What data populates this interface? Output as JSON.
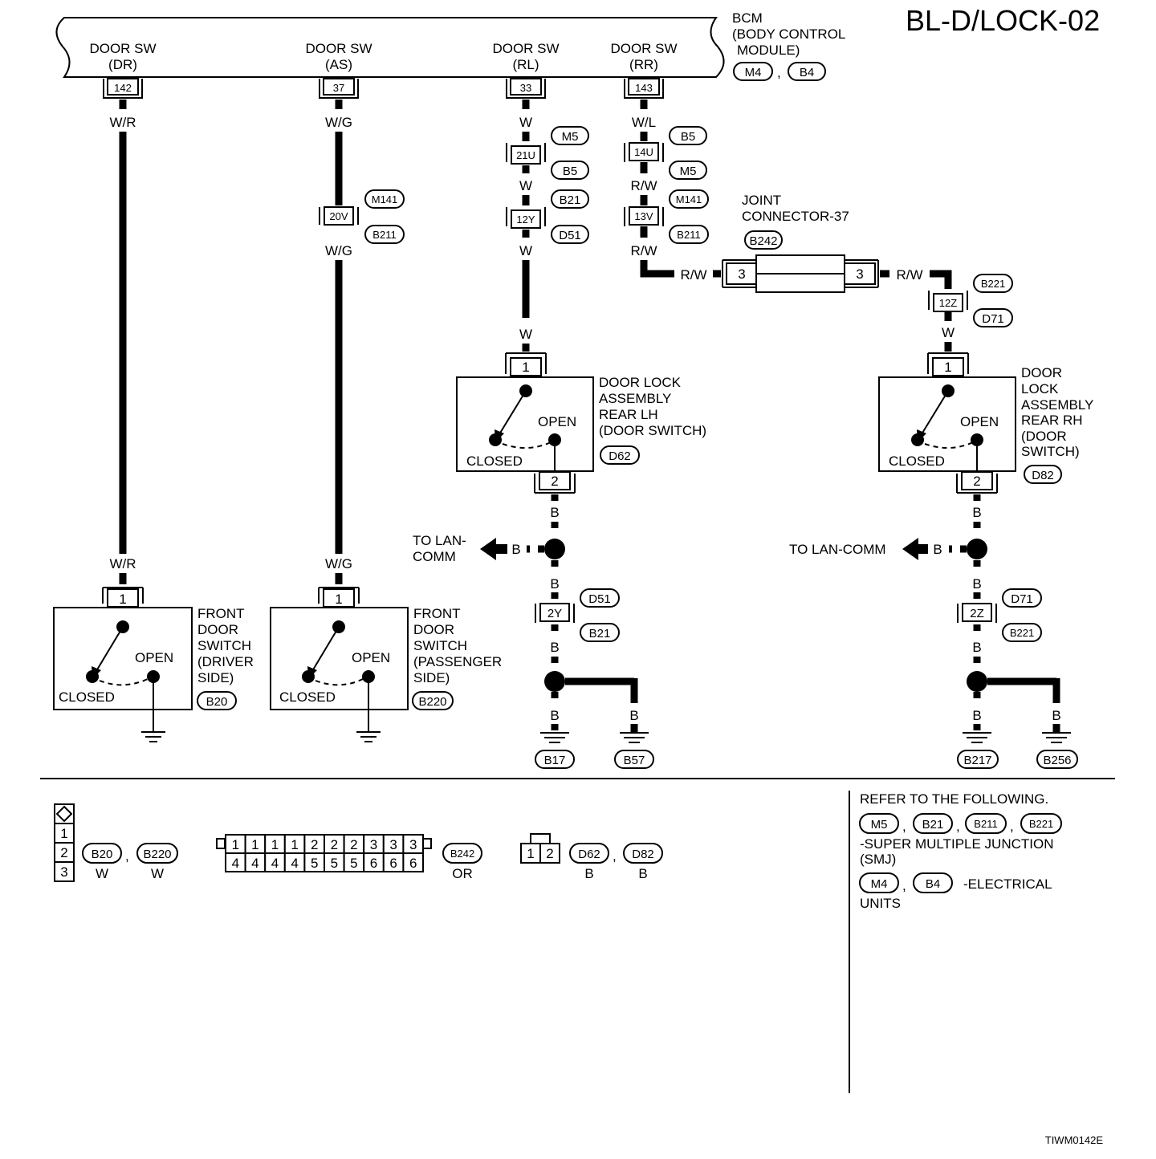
{
  "title": "BL-D/LOCK-02",
  "footer_code": "TIWM0142E",
  "bcm": {
    "label_1": "BCM",
    "label_2": "(BODY CONTROL",
    "label_3": "MODULE)",
    "connectors": [
      "M4",
      "B4"
    ],
    "comma": ",",
    "pins": [
      {
        "name_1": "DOOR SW",
        "name_2": "(DR)",
        "pin": "142"
      },
      {
        "name_1": "DOOR SW",
        "name_2": "(AS)",
        "pin": "37"
      },
      {
        "name_1": "DOOR SW",
        "name_2": "(RL)",
        "pin": "33"
      },
      {
        "name_1": "DOOR SW",
        "name_2": "(RR)",
        "pin": "143"
      }
    ]
  },
  "wires": {
    "dr_top": "W/R",
    "dr_bottom": "W/R",
    "as_top": "W/G",
    "as_mid": "W/G",
    "as_bottom": "W/G",
    "rl_1": "W",
    "rl_2": "W",
    "rl_3": "W",
    "rl_4": "W",
    "rr_1": "W/L",
    "rr_2": "R/W",
    "rr_3": "R/W",
    "joint_left": "R/W",
    "joint_right": "R/W",
    "rh_top": "W",
    "b": "B"
  },
  "inline_connectors": {
    "as_20v": {
      "pin": "20V",
      "top": "M141",
      "bottom": "B211"
    },
    "rl_21u": {
      "pin": "21U",
      "top": "M5",
      "bottom": "B5"
    },
    "rl_12y": {
      "pin": "12Y",
      "top": "B21",
      "bottom": "D51"
    },
    "rr_14u": {
      "pin": "14U",
      "top": "B5",
      "bottom": "M5"
    },
    "rr_13v": {
      "pin": "13V",
      "top": "M141",
      "bottom": "B211"
    },
    "rh_12z": {
      "pin": "12Z",
      "top": "B221",
      "bottom": "D71"
    },
    "lh_2y": {
      "pin": "2Y",
      "top": "D51",
      "bottom": "B21"
    },
    "rh_2z": {
      "pin": "2Z",
      "top": "D71",
      "bottom": "B221"
    }
  },
  "joint_connector": {
    "label_1": "JOINT",
    "label_2": "CONNECTOR-37",
    "conn": "B242",
    "pin_left": "3",
    "pin_right": "3"
  },
  "components": {
    "door_lock_lh": {
      "label": [
        "DOOR LOCK",
        "ASSEMBLY",
        "REAR LH",
        "(DOOR SWITCH)"
      ],
      "conn": "D62",
      "pin_top": "1",
      "pin_bottom": "2",
      "open": "OPEN",
      "closed": "CLOSED"
    },
    "door_lock_rh": {
      "label": [
        "DOOR",
        "LOCK",
        "ASSEMBLY",
        "REAR RH",
        "(DOOR",
        " SWITCH)"
      ],
      "conn": "D82",
      "pin_top": "1",
      "pin_bottom": "2",
      "open": "OPEN",
      "closed": "CLOSED"
    },
    "front_dr": {
      "label": [
        "FRONT",
        "DOOR",
        "SWITCH",
        "(DRIVER",
        " SIDE)"
      ],
      "conn": "B20",
      "pin_top": "1",
      "open": "OPEN",
      "closed": "CLOSED"
    },
    "front_as": {
      "label": [
        "FRONT",
        "DOOR",
        "SWITCH",
        "(PASSENGER",
        " SIDE)"
      ],
      "conn": "B220",
      "pin_top": "1",
      "open": "OPEN",
      "closed": "CLOSED"
    }
  },
  "lan": {
    "lh_1": "TO LAN-",
    "lh_2": "COMM",
    "rh": "TO LAN-COMM"
  },
  "grounds": [
    "B17",
    "B57",
    "B217",
    "B256"
  ],
  "legend": {
    "conn_b20_b220": {
      "pins": [
        "1",
        "2",
        "3"
      ],
      "names": [
        "B20",
        "B220"
      ],
      "colors": [
        "W",
        "W"
      ]
    },
    "conn_b242": {
      "top_row": [
        "1",
        "1",
        "1",
        "1",
        "2",
        "2",
        "2",
        "3",
        "3",
        "3"
      ],
      "bottom_row": [
        "4",
        "4",
        "4",
        "4",
        "5",
        "5",
        "5",
        "6",
        "6",
        "6"
      ],
      "name": "B242",
      "color": "OR"
    },
    "conn_d62_d82": {
      "pins": [
        "1",
        "2"
      ],
      "names": [
        "D62",
        "D82"
      ],
      "colors": [
        "B",
        "B"
      ]
    }
  },
  "refer": {
    "heading": "REFER TO THE FOLLOWING.",
    "smj_conns": [
      "M5",
      "B21",
      "B211",
      "B221"
    ],
    "smj_text_1": "-SUPER MULTIPLE JUNCTION",
    "smj_text_2": "(SMJ)",
    "eu_conns": [
      "M4",
      "B4"
    ],
    "eu_text_1": "-ELECTRICAL",
    "eu_text_2": "UNITS"
  }
}
